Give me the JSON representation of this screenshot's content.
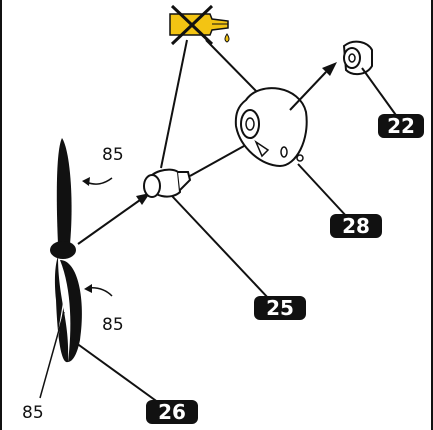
{
  "labels": {
    "part_22": "22",
    "part_28": "28",
    "part_25": "25",
    "part_26": "26",
    "blade_upper": "85",
    "blade_lower": "85",
    "blade_bottom": "85"
  },
  "icons": {
    "glue_warning": "no-glue-icon"
  },
  "colors": {
    "glue_yellow": "#f3c413",
    "ink": "#111111",
    "badge_bg": "#111111"
  }
}
